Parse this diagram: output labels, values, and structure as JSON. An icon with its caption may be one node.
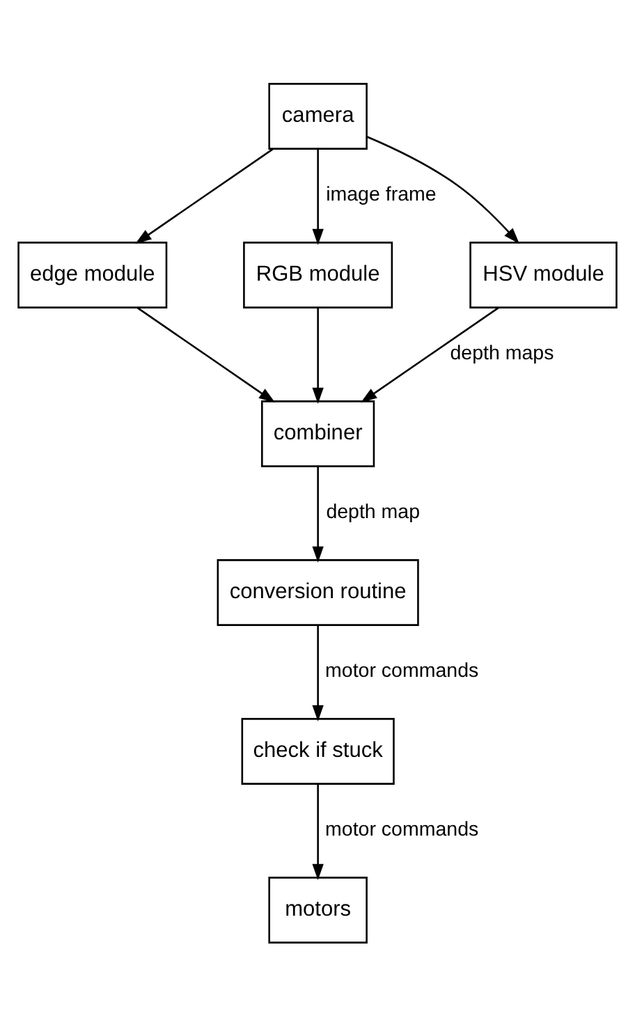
{
  "diagram": {
    "nodes": [
      {
        "text": [
          "camera"
        ]
      },
      {
        "text": [
          "edge module"
        ]
      },
      {
        "text": [
          "RGB module"
        ]
      },
      {
        "text": [
          "HSV module"
        ]
      },
      {
        "text": [
          "combiner"
        ]
      },
      {
        "text": [
          "conversion routine"
        ]
      },
      {
        "text": [
          "check if stuck"
        ]
      },
      {
        "text": [
          "motors"
        ]
      }
    ],
    "edges": [
      {
        "from": 0,
        "to": 1,
        "arrow": "to"
      },
      {
        "from": 0,
        "to": 2,
        "arrow": "to",
        "label": "image frame"
      },
      {
        "from": 0,
        "to": 3,
        "arrow": "to"
      },
      {
        "from": 1,
        "to": 4,
        "arrow": "to"
      },
      {
        "from": 2,
        "to": 4,
        "arrow": "to"
      },
      {
        "from": 3,
        "to": 4,
        "arrow": "to",
        "label": "depth maps"
      },
      {
        "from": 4,
        "to": 5,
        "arrow": "to",
        "label": "depth map"
      },
      {
        "from": 5,
        "to": 6,
        "arrow": "to",
        "label": "motor commands"
      },
      {
        "from": 6,
        "to": 7,
        "arrow": "to",
        "label": "motor commands"
      }
    ]
  }
}
